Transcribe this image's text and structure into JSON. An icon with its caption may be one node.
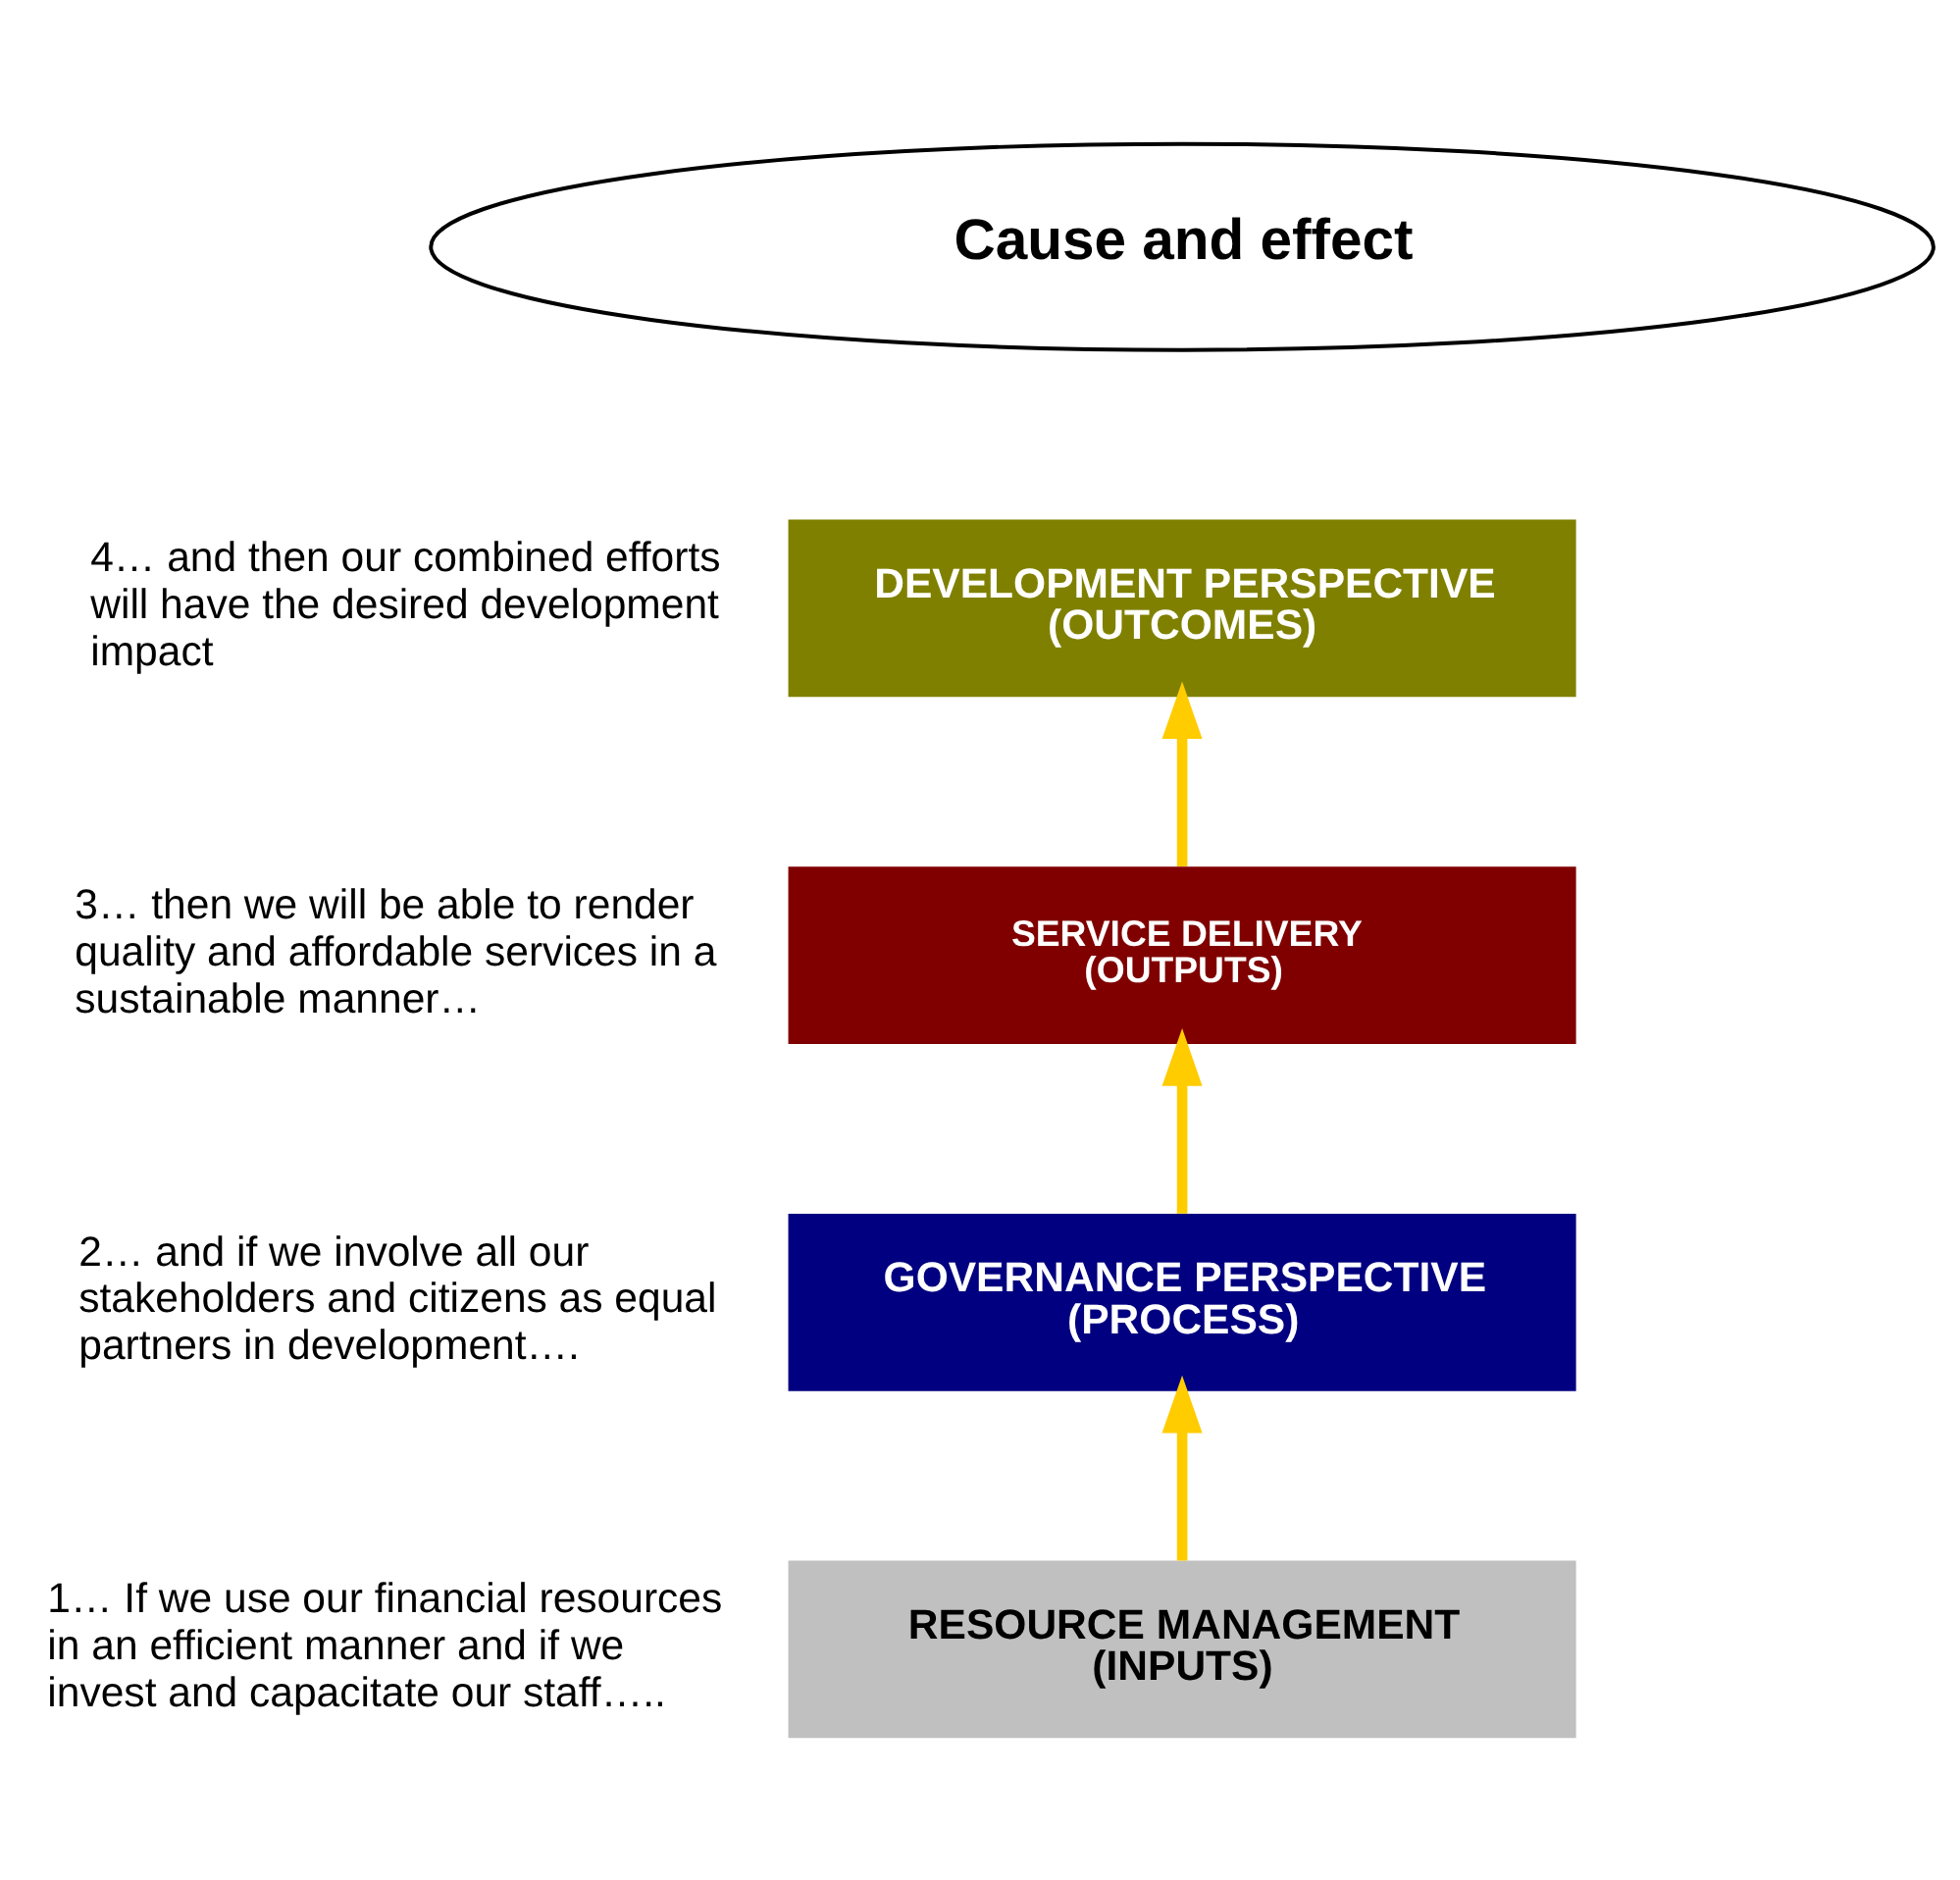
{
  "diagram": {
    "nodes": [
      {
        "text": [
          "Cause and effect"
        ]
      },
      {
        "text": [
          "DEVELOPMENT PERSPECTIVE (OUTCOMES)"
        ],
        "beside": [
          "4… and then our combined efforts will have the desired development impact"
        ]
      },
      {
        "text": [
          "SERVICE DELIVERY (OUTPUTS)"
        ],
        "beside": [
          "3… then we will be able to render quality and affordable services in a sustainable manner…"
        ]
      },
      {
        "text": [
          "GOVERNANCE PERSPECTIVE (PROCESS)"
        ],
        "beside": [
          "2… and if we involve all our stakeholders and citizens as equal partners in development…."
        ]
      },
      {
        "text": [
          "RESOURCE MANAGEMENT (INPUTS)"
        ],
        "beside": [
          "1… If we use our financial resources in an efficient manner and if we invest and capacitate our staff….."
        ]
      }
    ],
    "edges": [
      {
        "from": 4,
        "to": 3,
        "arrow": "to"
      },
      {
        "from": 3,
        "to": 2,
        "arrow": "to"
      },
      {
        "from": 2,
        "to": 1,
        "arrow": "to"
      }
    ]
  }
}
